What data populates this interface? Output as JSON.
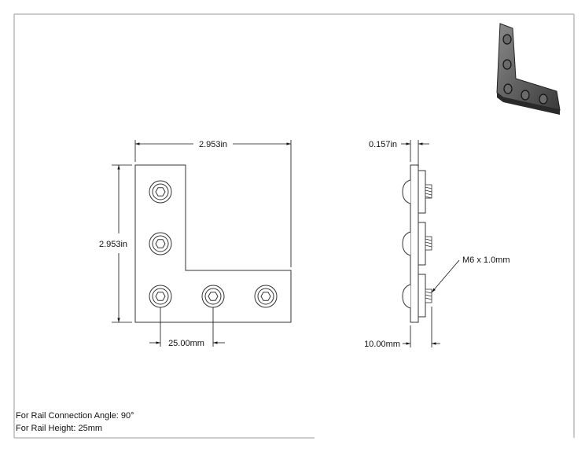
{
  "dimensions": {
    "width": "2.953in",
    "height": "2.953in",
    "hole_spacing": "25.00mm",
    "thickness": "0.157in",
    "depth": "10.00mm",
    "thread": "M6 x 1.0mm"
  },
  "notes": {
    "angle": "For Rail Connection Angle: 90°",
    "height": "For Rail Height: 25mm"
  }
}
